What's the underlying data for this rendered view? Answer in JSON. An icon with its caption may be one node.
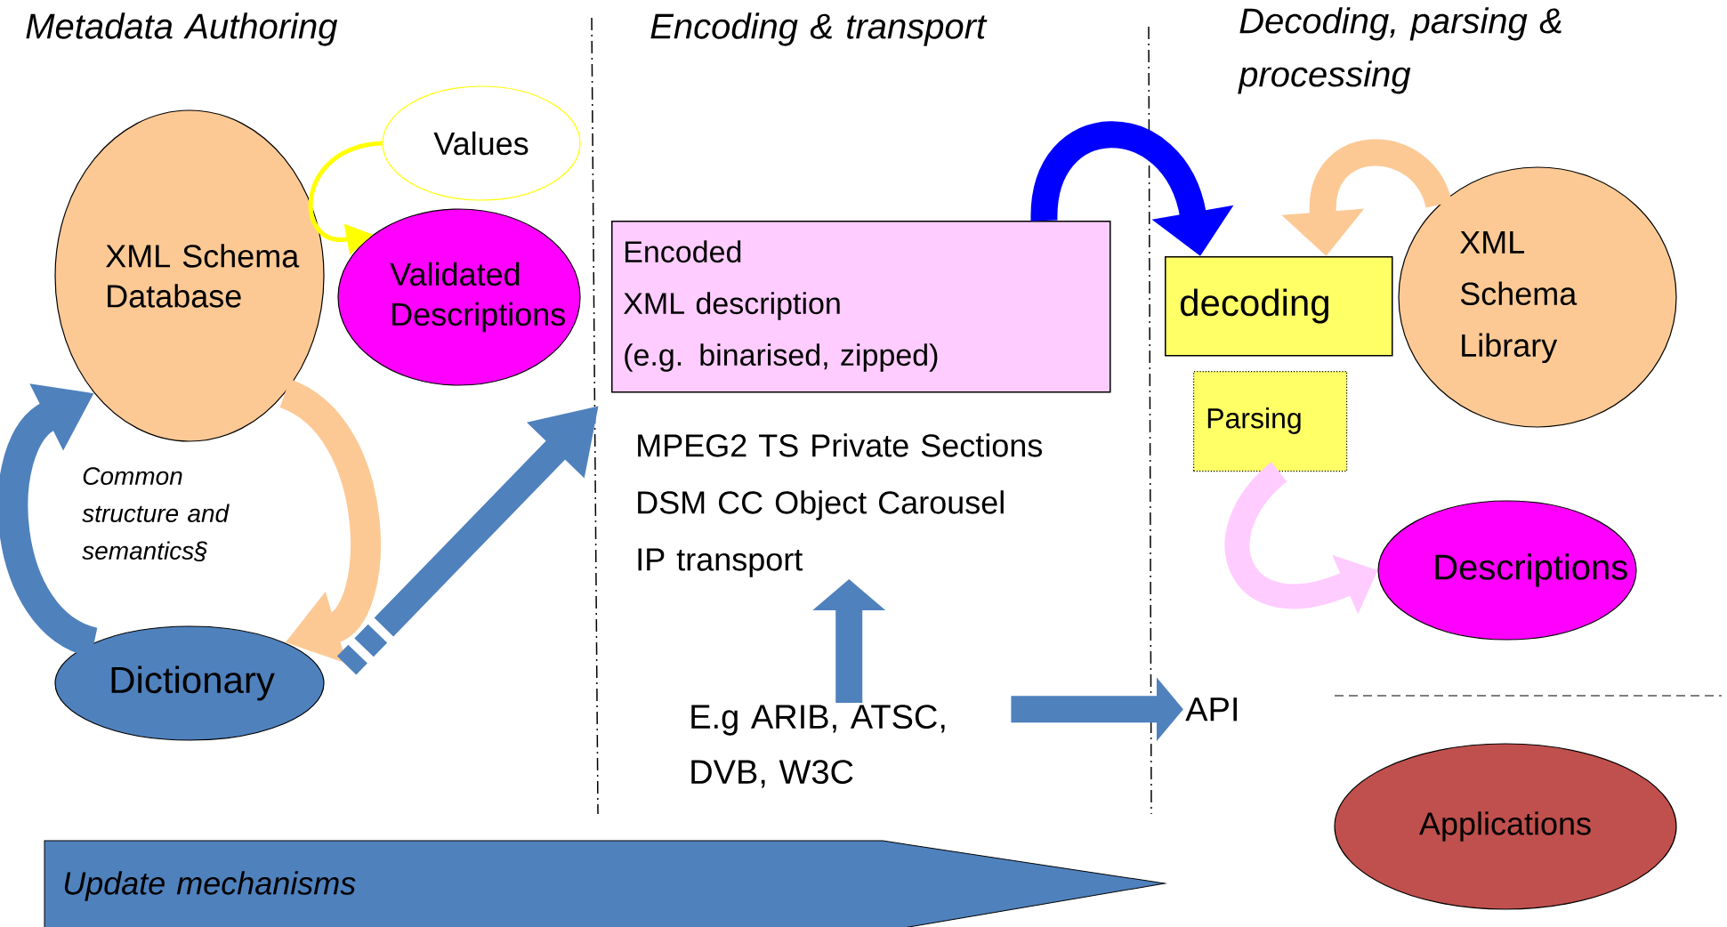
{
  "diagram": {
    "nodes": [
      {
        "text": [
          "XML Schema Database"
        ]
      },
      {
        "text": [
          "Values"
        ]
      },
      {
        "text": [
          "Validated Descriptions"
        ]
      },
      {
        "text": [
          "Dictionary"
        ]
      },
      {
        "text": [
          "Encoded",
          "XML description",
          "(e.g. binarised, zipped)"
        ]
      },
      {
        "text": [
          "MPEG2 TS Private Sections",
          "DSM CC Object Carousel",
          "IP transport"
        ]
      },
      {
        "text": [
          "E.g ARIB, ATSC, DVB, W3C"
        ]
      },
      {
        "text": [
          "decoding"
        ]
      },
      {
        "text": [
          "XML Schema Library"
        ]
      },
      {
        "text": [
          "Parsing"
        ]
      },
      {
        "text": [
          "Descriptions"
        ]
      },
      {
        "text": [
          "API"
        ]
      },
      {
        "text": [
          "Applications"
        ]
      },
      {
        "text": [
          "Update mechanisms"
        ]
      }
    ],
    "edges": [
      {
        "from": 3,
        "to": 0,
        "arrow": "to"
      },
      {
        "from": 0,
        "to": 3,
        "arrow": "to",
        "color": "#fcc995"
      },
      {
        "from": 1,
        "to": 2,
        "arrow": "to",
        "color": "#ffff00"
      },
      {
        "from": 3,
        "to": 4,
        "arrow": "to",
        "style": "dashed"
      },
      {
        "from": 4,
        "to": 7,
        "arrow": "to",
        "color": "#0000ff"
      },
      {
        "from": 8,
        "to": 7,
        "arrow": "to",
        "color": "#fcc995"
      },
      {
        "from": 9,
        "to": 10,
        "arrow": "to",
        "color": "#ffccff"
      },
      {
        "from": 6,
        "to": 5,
        "arrow": "to"
      },
      {
        "from": 6,
        "to": 11,
        "arrow": "to"
      }
    ],
    "labels": [
      "Metadata Authoring",
      "Encoding & transport",
      "Decoding, parsing & processing",
      "Common structure and semantics§"
    ]
  }
}
